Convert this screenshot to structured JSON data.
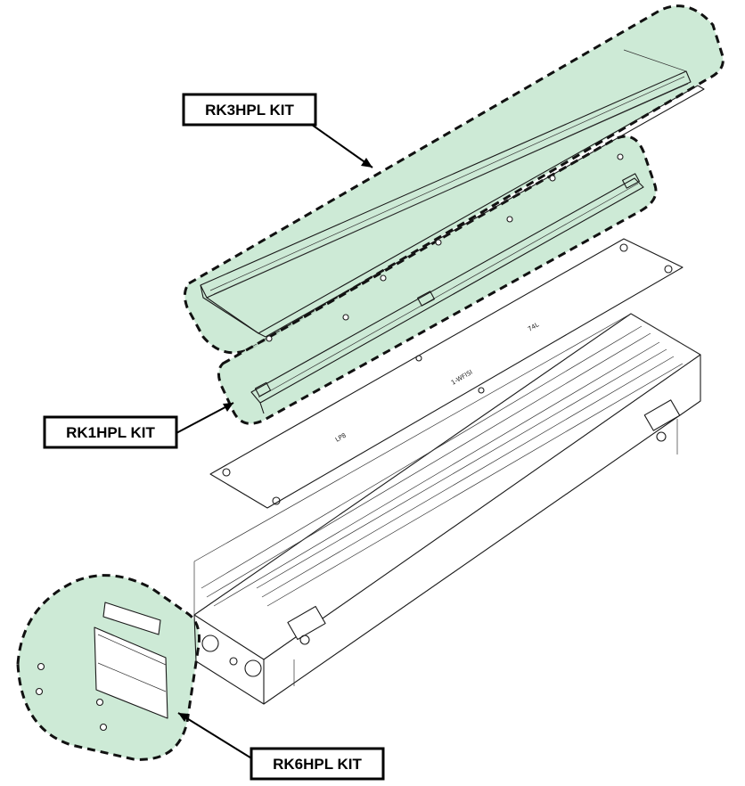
{
  "diagram": {
    "highlight_color": "#c8e8d2",
    "kits": [
      {
        "id": "rk3",
        "label": "RK3HPL KIT"
      },
      {
        "id": "rk1",
        "label": "RK1HPL KIT"
      },
      {
        "id": "rk6",
        "label": "RK6HPL KIT"
      }
    ]
  }
}
